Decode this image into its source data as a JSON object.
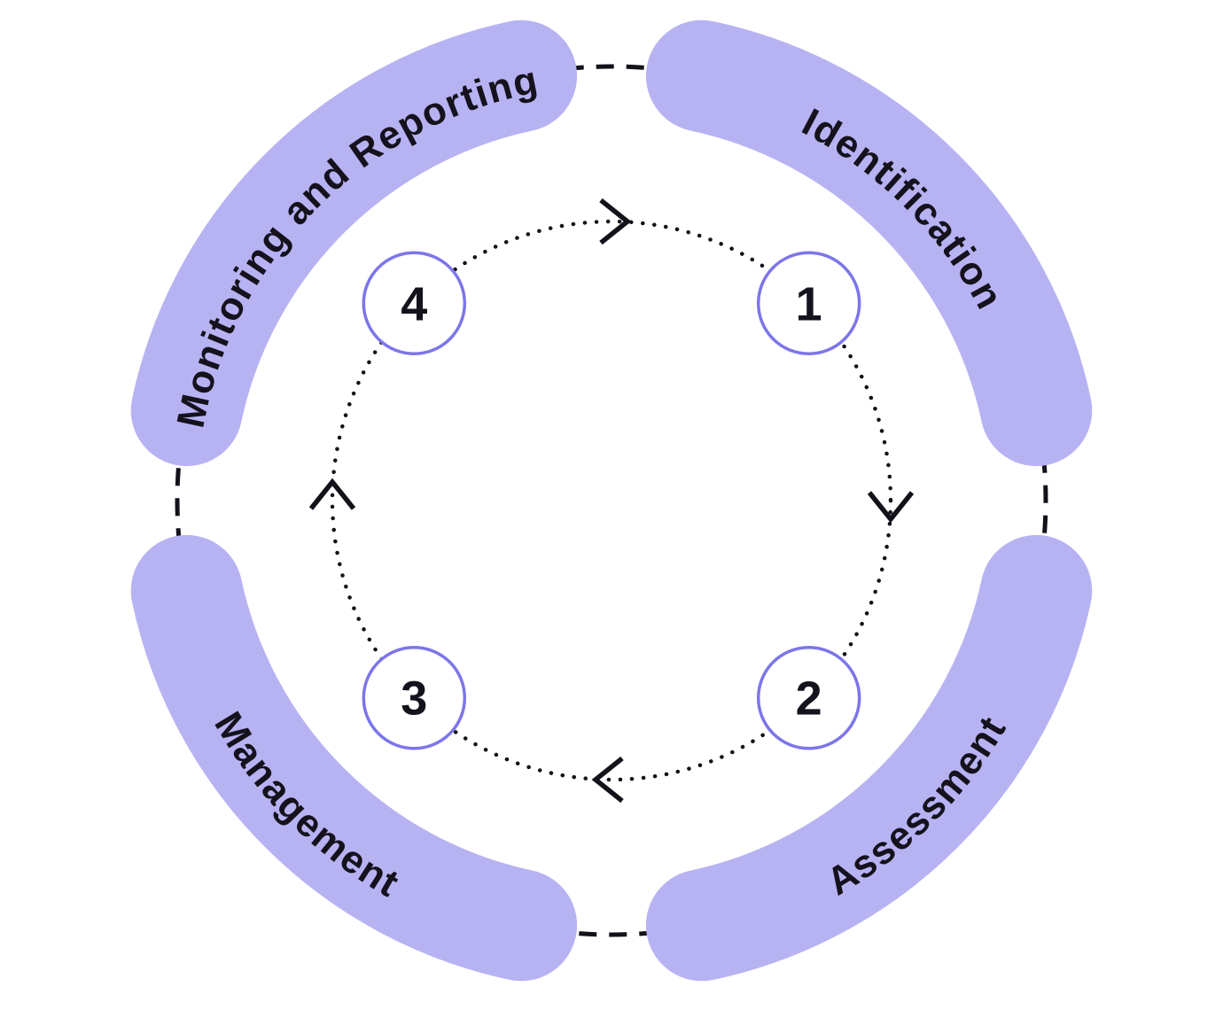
{
  "diagram": {
    "type": "cycle",
    "direction": "clockwise",
    "stages": [
      {
        "number": "1",
        "label": "Identification",
        "position": "top-right"
      },
      {
        "number": "2",
        "label": "Assessment",
        "position": "bottom-right"
      },
      {
        "number": "3",
        "label": "Management",
        "position": "bottom-left"
      },
      {
        "number": "4",
        "label": "Monitoring and Reporting",
        "position": "top-left"
      }
    ],
    "colors": {
      "arc_band": "#b7b3f3",
      "step_circle_border": "#7c76e9",
      "text": "#15121d",
      "lines": "#131119",
      "background": "#ffffff"
    }
  }
}
